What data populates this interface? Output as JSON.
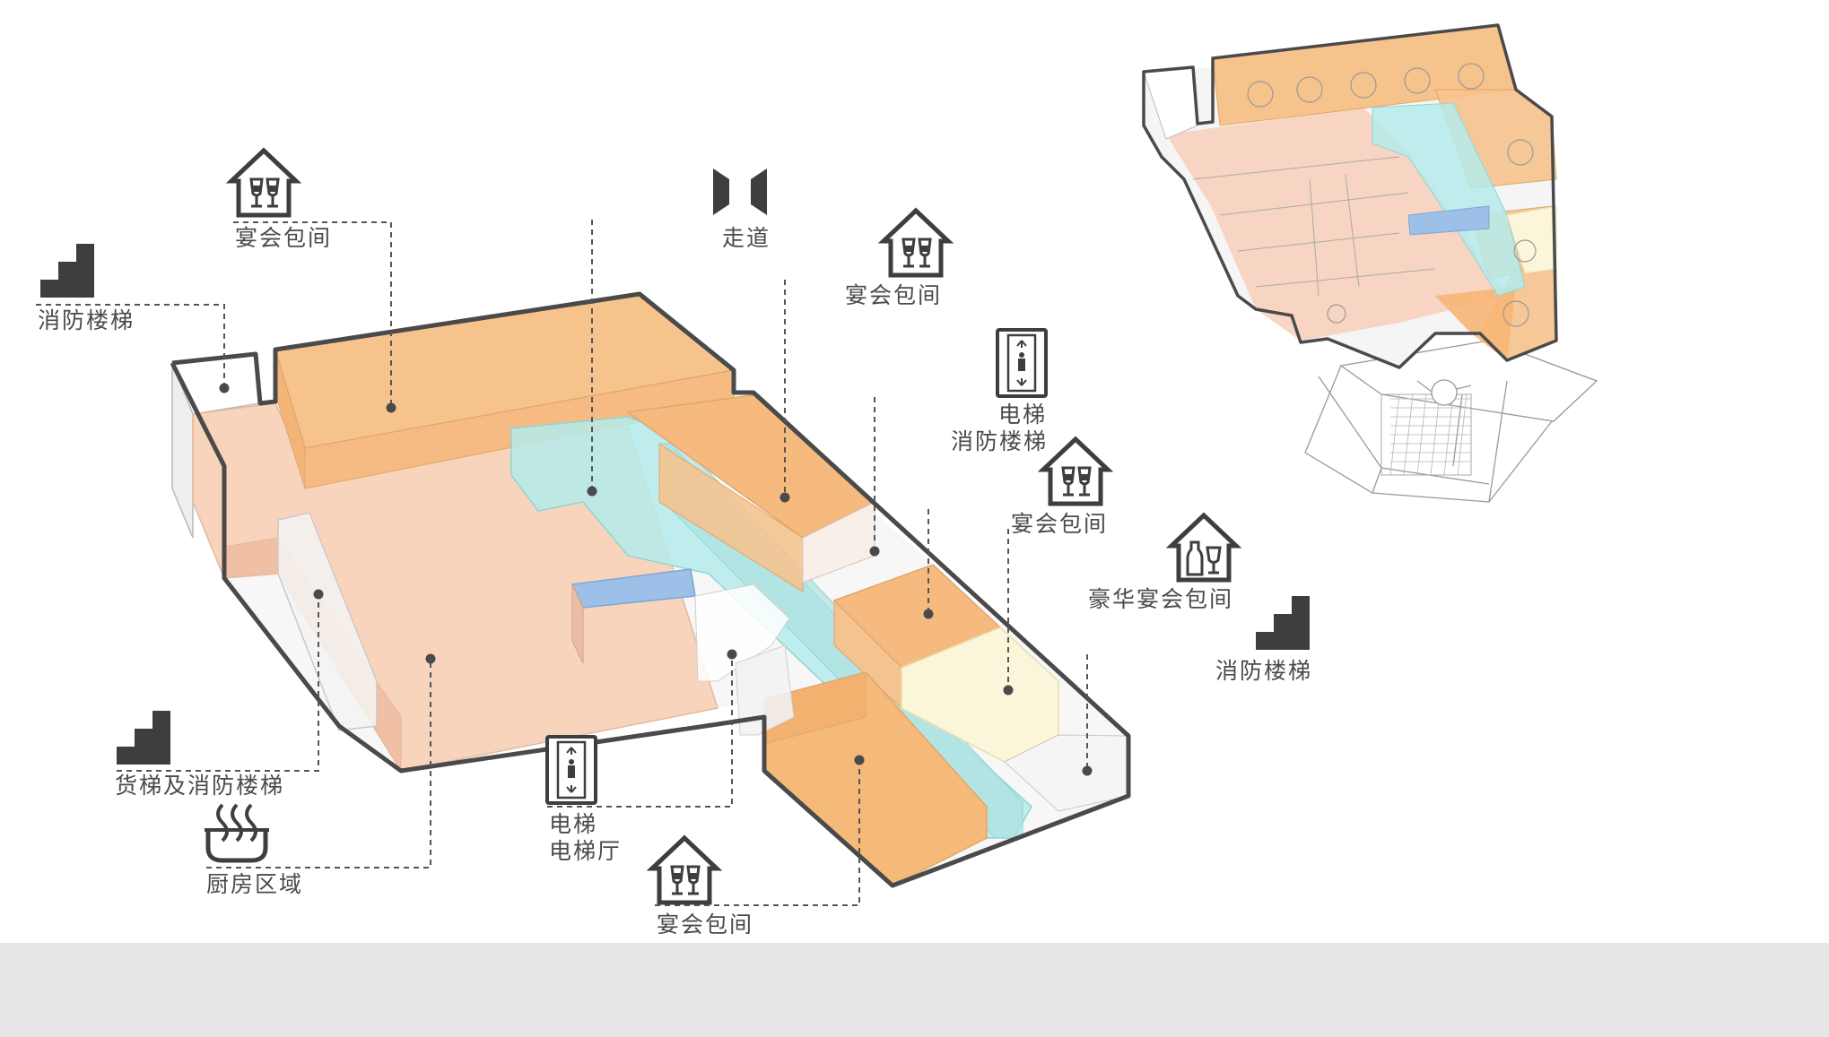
{
  "labels": {
    "banquet_room_top": "宴会包间",
    "corridor": "走道",
    "fire_stairs_left": "消防楼梯",
    "banquet_room_upper_right": "宴会包间",
    "elevator_right": "电梯",
    "fire_stairs_mid": "消防楼梯",
    "banquet_room_mid_right": "宴会包间",
    "luxury_banquet_room": "豪华宴会包间",
    "fire_stairs_right": "消防楼梯",
    "freight_and_fire_stairs": "货梯及消防楼梯",
    "kitchen_area": "厨房区域",
    "elevator_bottom": "电梯",
    "elevator_hall": "电梯厅",
    "banquet_room_bottom": "宴会包间"
  },
  "colors": {
    "banquet_orange": "#f5b97a",
    "kitchen_pink": "#f7cfb6",
    "corridor_cyan": "#b5ebeb",
    "luxury_cream": "#fbf6d9",
    "elevator_blue": "#9cc0e7",
    "stair_gray": "#eeeeee",
    "outline": "#4a4a4a",
    "icon": "#3e3e3e",
    "footer_band": "#e6e5e6"
  },
  "icons": [
    "house-wine-glasses-icon",
    "corridor-doors-icon",
    "stairs-icon",
    "elevator-icon",
    "house-wine-bottle-icon",
    "kitchen-pot-icon"
  ]
}
